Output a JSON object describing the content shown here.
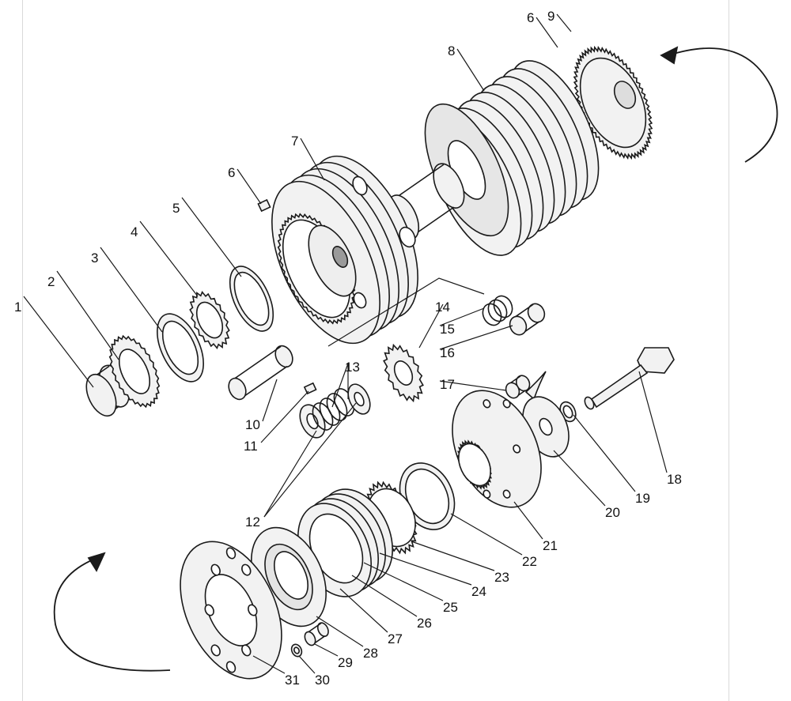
{
  "diagram": {
    "part_labels": [
      "1",
      "2",
      "3",
      "4",
      "5",
      "6",
      "7",
      "8",
      "6",
      "9",
      "10",
      "11",
      "12",
      "13",
      "14",
      "15",
      "16",
      "17",
      "18",
      "19",
      "20",
      "21",
      "22",
      "23",
      "24",
      "25",
      "26",
      "27",
      "28",
      "29",
      "30",
      "31"
    ]
  },
  "colors": {
    "ink": "#1a1a1a",
    "part_fill": "#f2f2f2",
    "shade": "#9a9a9a",
    "background": "#ffffff"
  }
}
